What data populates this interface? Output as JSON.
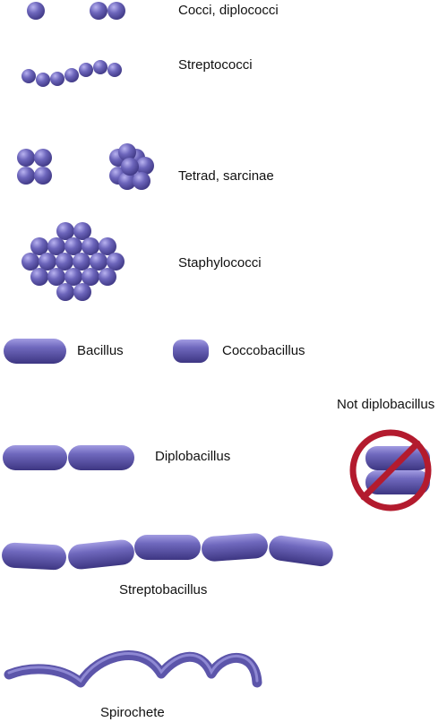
{
  "labels": {
    "cocci": "Cocci, diplococci",
    "streptococci": "Streptococci",
    "tetrad": "Tetrad, sarcinae",
    "staphylococci": "Staphylococci",
    "bacillus": "Bacillus",
    "coccobacillus": "Coccobacillus",
    "not_diplobacillus": "Not diplobacillus",
    "diplobacillus": "Diplobacillus",
    "streptobacillus": "Streptobacillus",
    "spirochete": "Spirochete"
  },
  "colors": {
    "cell_fill": "#6a63b8",
    "cell_light": "#a9a3e6",
    "cell_dark": "#3f3884",
    "prohibition_red": "#b31b2e",
    "text": "#111111"
  },
  "icons": {
    "prohibition": "no-sign-icon"
  }
}
